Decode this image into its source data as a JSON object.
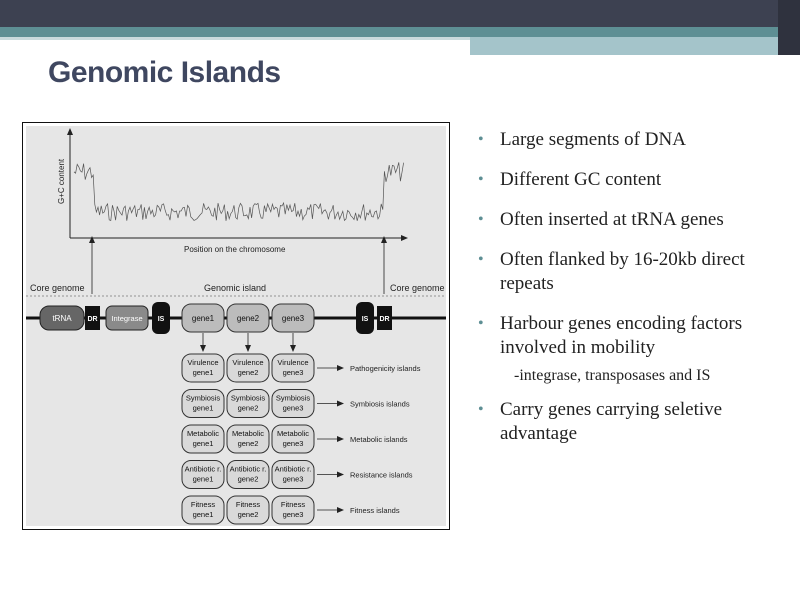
{
  "slide": {
    "title": "Genomic Islands"
  },
  "diagram": {
    "axis": {
      "ylabel": "G+C content",
      "xlabel": "Position on the chromosome"
    },
    "labels": {
      "core_left": "Core genome",
      "island": "Genomic island",
      "core_right": "Core genome"
    },
    "elements": [
      "tRNA",
      "DR",
      "Integrase",
      "IS",
      "gene1",
      "gene2",
      "gene3",
      "IS",
      "DR"
    ],
    "rows": [
      {
        "genes": [
          "Virulence gene1",
          "Virulence gene2",
          "Virulence gene3"
        ],
        "label": "Pathogenicity islands"
      },
      {
        "genes": [
          "Symbiosis gene1",
          "Symbiosis gene2",
          "Symbiosis gene3"
        ],
        "label": "Symbiosis islands"
      },
      {
        "genes": [
          "Metabolic gene1",
          "Metabolic gene2",
          "Metabolic gene3"
        ],
        "label": "Metabolic islands"
      },
      {
        "genes": [
          "Antibiotic r. gene1",
          "Antibiotic r. gene2",
          "Antibiotic r. gene3"
        ],
        "label": "Resistance islands"
      },
      {
        "genes": [
          "Fitness gene1",
          "Fitness gene2",
          "Fitness gene3"
        ],
        "label": "Fitness islands"
      }
    ]
  },
  "bullets": [
    {
      "text": "Large segments of DNA"
    },
    {
      "text": "Different GC content"
    },
    {
      "text": "Often inserted at tRNA genes"
    },
    {
      "text": "Often flanked by 16-20kb direct repeats"
    },
    {
      "text": "Harbour genes encoding factors involved in mobility",
      "sub": "-integrase, transposases and IS"
    },
    {
      "text": "Carry genes carrying seletive advantage"
    }
  ],
  "colors": {
    "accent": "#5e8f94",
    "title": "#3f4760",
    "topbar": "#3d4151"
  }
}
